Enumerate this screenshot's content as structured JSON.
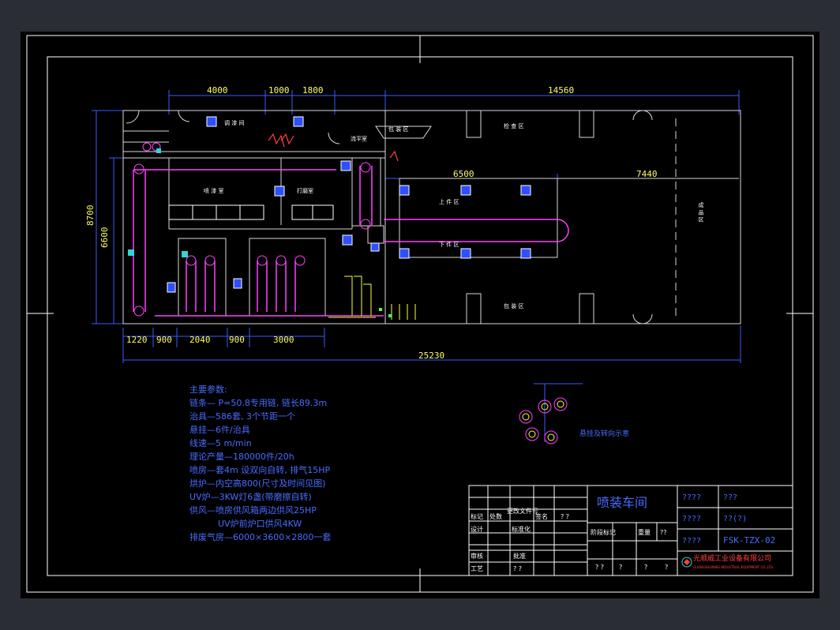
{
  "colors": {
    "background": "#000000",
    "frame": "#ffffff",
    "wall": "#d8d8d8",
    "dimension": "#3a5cff",
    "dim_text": "#ffff60",
    "conveyor": "#ff40ff",
    "parameters": "#4a6bff",
    "title_block_text": "#4a6bff",
    "accent_red": "#ff4040",
    "accent_cyan": "#2fd6d6",
    "accent_yellow": "#ffff40",
    "accent_green": "#50ff50"
  },
  "dimensions": {
    "top": [
      "4000",
      "1000",
      "1800",
      "14560"
    ],
    "middle": [
      "6500",
      "7440"
    ],
    "left": [
      "8700",
      "6600"
    ],
    "bottom": [
      "1220",
      "900",
      "2040",
      "900",
      "3000"
    ],
    "total": "25230"
  },
  "room_labels": {
    "booth_top": "调 漆 间",
    "booth": "喷 漆 室",
    "flash": "流平室",
    "pretreat": "打磨室",
    "wrap": "包 装 区",
    "upload": "上 件 区",
    "download": "下 件 区",
    "inspect": "检 查 区",
    "pack": "包 装 区",
    "finished": "成 品 区"
  },
  "parameters": {
    "title": "主要参数:",
    "lines": [
      "链条— P=50.8专用链, 链长89.3m",
      "治具—586套, 3个节距一个",
      "悬挂—6件/治具",
      "线速—5 m/min",
      "理论产量—180000件/20h",
      "喷房—套4m 设双向自转, 排气15HP",
      "烘炉—内空高800(尺寸及时间见图)",
      "UV炉—3KW灯6盏(带磨擦自转)",
      "供风—喷房供风箱两边供风25HP",
      "UV炉前炉口供风4KW",
      "排废气房—6000×3600×2800一套"
    ]
  },
  "detail_label": "悬挂及转向示意",
  "title_block": {
    "title": "喷装车间",
    "right_labels": [
      "????",
      "????",
      "????"
    ],
    "right_values": [
      "???",
      "??(?)",
      "FSK-TZX-02"
    ],
    "grid": {
      "biaoji": "标记",
      "chushu": "处数",
      "gengai": "更改文件号",
      "qianming": "签名",
      "sheji": "设计",
      "jiaozhun": "标准化",
      "q1": "? ?",
      "shenhe": "审核",
      "pizhun": "批准",
      "gongyi": "工艺",
      "q2": "? ?"
    },
    "stage": "阶段标记",
    "weight": "重量",
    "ratio": "??",
    "scale_row": [
      "? ?",
      "?",
      "?",
      "?"
    ],
    "company": "光顺威工业设备有限公司",
    "company_en": "GUANGSHUNWEI INDUSTRIAL EQUIPMENT CO.,LTD."
  }
}
